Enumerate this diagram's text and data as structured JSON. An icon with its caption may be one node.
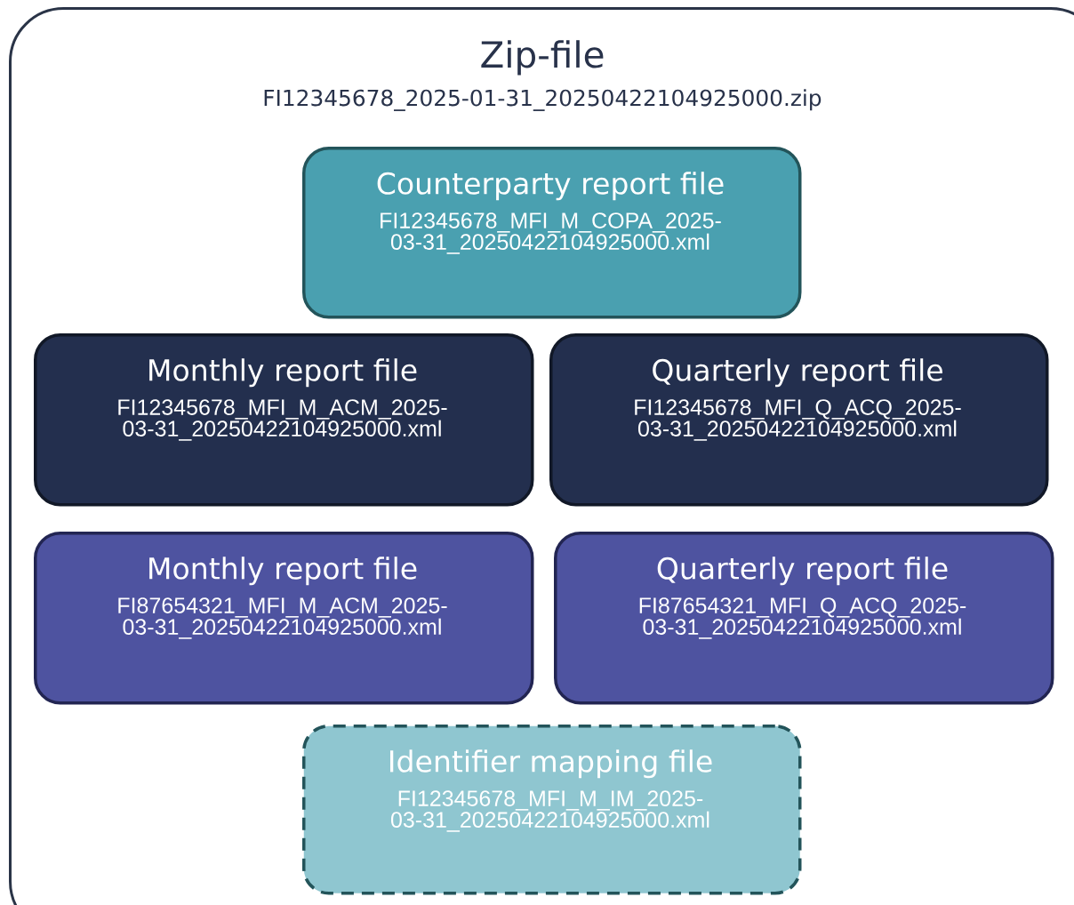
{
  "diagram": {
    "nodes": [
      {
        "text": [
          "Zip-file",
          "FI12345678_2025-01-31_20250422104925000.zip"
        ]
      },
      {
        "text": [
          "Counterparty report file",
          "FI12345678_MFI_M_COPA_2025-03-31_20250422104925000.xml"
        ],
        "in": 0
      },
      {
        "text": [
          "Monthly report file",
          "FI12345678_MFI_M_ACM_2025-03-31_20250422104925000.xml"
        ],
        "in": 0
      },
      {
        "text": [
          "Quarterly report file",
          "FI12345678_MFI_Q_ACQ_2025-03-31_20250422104925000.xml"
        ],
        "in": 0
      },
      {
        "text": [
          "Monthly report file",
          "FI87654321_MFI_M_ACM_2025-03-31_20250422104925000.xml"
        ],
        "in": 0
      },
      {
        "text": [
          "Quarterly report file",
          "FI87654321_MFI_Q_ACQ_2025-03-31_20250422104925000.xml"
        ],
        "in": 0
      },
      {
        "text": [
          "Identifier mapping file",
          "FI12345678_MFI_M_IM_2025-03-31_20250422104925000.xml"
        ],
        "in": 0
      }
    ]
  }
}
